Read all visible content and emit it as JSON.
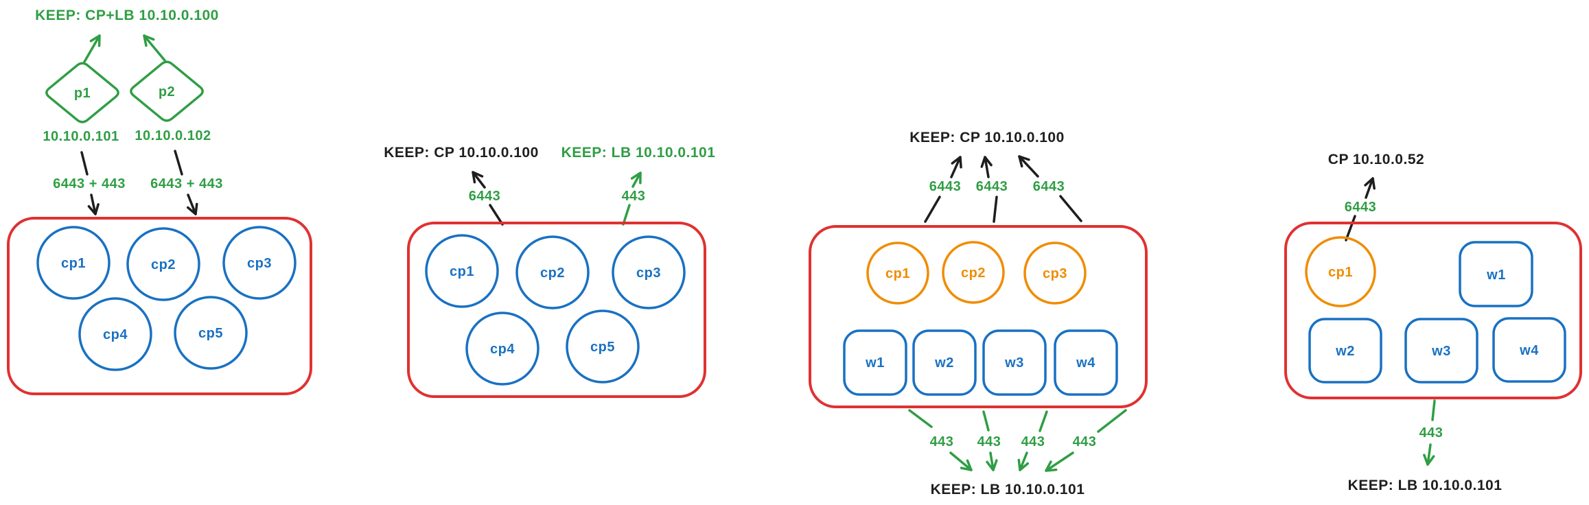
{
  "colors": {
    "background": "#ffffff",
    "black": "#1e1e1e",
    "red": "#e03131",
    "green": "#2f9e44",
    "blue": "#1971c2",
    "orange": "#f08c00"
  },
  "scenario1": {
    "keep_label": "KEEP: CP+LB 10.10.0.100",
    "proxy1": {
      "name": "p1",
      "ip": "10.10.0.101",
      "ports": "6443 + 443"
    },
    "proxy2": {
      "name": "p2",
      "ip": "10.10.0.102",
      "ports": "6443 + 443"
    },
    "control_plane_nodes": [
      "cp1",
      "cp2",
      "cp3",
      "cp4",
      "cp5"
    ]
  },
  "scenario2": {
    "keep_cp_label": "KEEP: CP 10.10.0.100",
    "keep_lb_label": "KEEP: LB 10.10.0.101",
    "cp_port": "6443",
    "lb_port": "443",
    "control_plane_nodes": [
      "cp1",
      "cp2",
      "cp3",
      "cp4",
      "cp5"
    ]
  },
  "scenario3": {
    "keep_cp_label": "KEEP: CP 10.10.0.100",
    "keep_lb_label": "KEEP: LB 10.10.0.101",
    "cp_ports": [
      "6443",
      "6443",
      "6443"
    ],
    "lb_ports": [
      "443",
      "443",
      "443",
      "443"
    ],
    "control_plane_nodes": [
      "cp1",
      "cp2",
      "cp3"
    ],
    "worker_nodes": [
      "w1",
      "w2",
      "w3",
      "w4"
    ]
  },
  "scenario4": {
    "cp_label": "CP 10.10.0.52",
    "keep_lb_label": "KEEP: LB 10.10.0.101",
    "cp_port": "6443",
    "lb_port": "443",
    "control_plane_nodes": [
      "cp1"
    ],
    "worker_nodes": [
      "w1",
      "w2",
      "w3",
      "w4"
    ]
  }
}
